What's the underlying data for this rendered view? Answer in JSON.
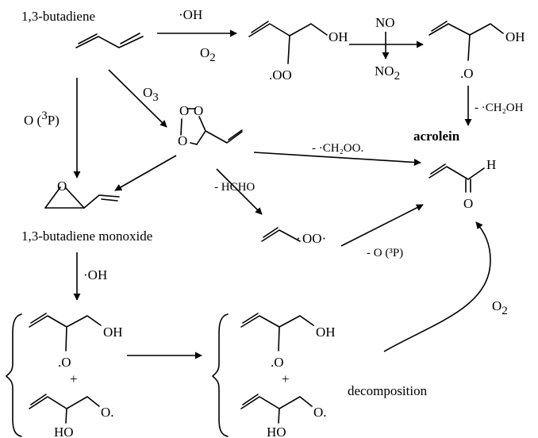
{
  "species": {
    "butadiene": "1,3-butadiene",
    "monoxide": "1,3-butadiene monoxide",
    "acrolein": "acrolein",
    "decomposition": "decomposition"
  },
  "reagents": {
    "oh_1": "·OH",
    "o2_1": "O",
    "o2_1_sub": "2",
    "no": "NO",
    "no2": "NO",
    "no2_sub": "2",
    "o3": "O",
    "o3_sub": "3",
    "o3p": "O (",
    "o3p_sup": "3",
    "o3p_end": "P)",
    "minus_ch2oh": "- ·CH₂OH",
    "minus_ch2oo": "- ·CH₂OO.",
    "minus_hcho": "- HCHO",
    "minus_o3p": "- O (³P)",
    "oh_2": "·OH",
    "o2_2": "O",
    "o2_2_sub": "2"
  },
  "atoms": {
    "peroxy_oo": ".OO",
    "oh": "OH",
    "alkoxy_o": ".O",
    "ozonide_o": "O",
    "epoxide_o": "O",
    "allyl_oo": "OO·",
    "radical_dot": "·",
    "ald_h": "H",
    "ald_o": "O",
    "plus": "+",
    "ho": "HO",
    "o_rad": "O."
  }
}
